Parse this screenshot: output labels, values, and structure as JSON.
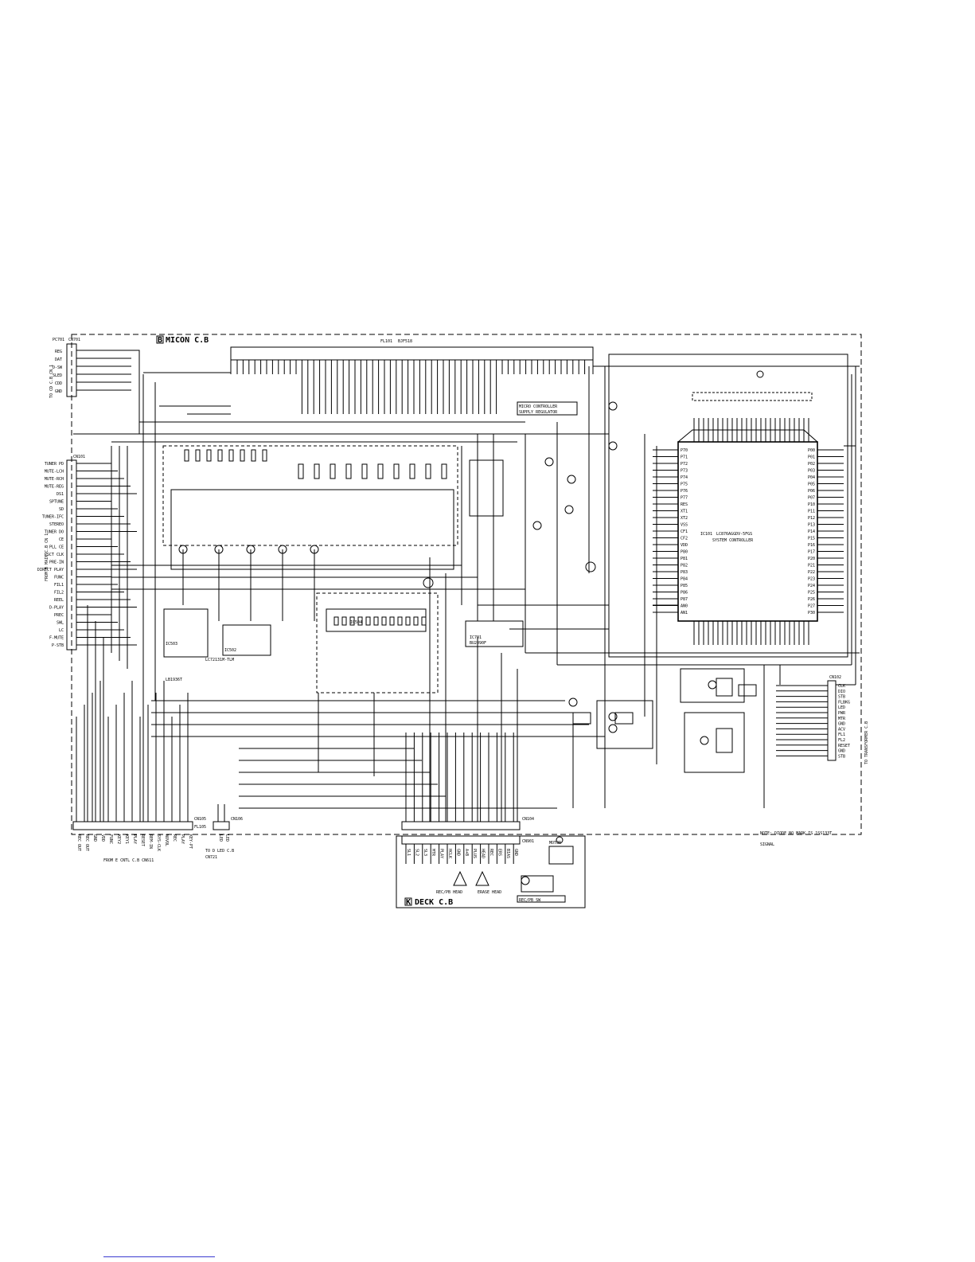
{
  "boards": {
    "micon": {
      "letter": "B",
      "name": "MICON C.B"
    },
    "deck": {
      "letter": "K",
      "name": "DECK C.B"
    }
  },
  "ics": {
    "main": {
      "ref": "IC101",
      "part": "LC876AGGDV-5FGS",
      "func": "SYSTEM CONTROLLER"
    },
    "fl": {
      "ref": "FL101",
      "part": "BJF518"
    },
    "regulator": {
      "label": "MICRO CONTROLLER",
      "label2": "SUPPLY REGULATOR"
    },
    "ic502": {
      "ref": "IC502",
      "part": "LC72131M-TLM"
    },
    "ic503": {
      "ref": "IC503",
      "part": "LB1936T"
    },
    "ic504": {
      "ref": "IC504"
    },
    "ic701": {
      "ref": "IC701",
      "part": "BU2090F"
    }
  },
  "connectors": {
    "left_top": {
      "ref": "CN701",
      "alt": "PC701"
    },
    "left_mid": {
      "ref": "CN101"
    },
    "bottom_left": {
      "ref": "CN105",
      "alt": "FL105"
    },
    "bottom_led": {
      "ref": "CN106"
    },
    "bottom_deck": {
      "ref": "CN104"
    },
    "right": {
      "ref": "CN102"
    },
    "deck_cn": {
      "ref": "CN901"
    }
  },
  "side_labels": {
    "left_top": "TO CD C.B CN 1",
    "left_mid": "FROM B MAIN C.B CN 1",
    "right": "TO TRANSFORMER C.B"
  },
  "bottom_texts": {
    "from_cntl": "FROM E CNTL C.B CN611",
    "to_led_line1": "TO D LED C.B",
    "to_led_line2": "CN721",
    "note": "NOTE: DIODE NO MARK IS 1SS133T",
    "signal": "SIGNAL"
  },
  "left_pins_mid": [
    "TUNER PD",
    "MUTE-LCH",
    "MUTE-RCH",
    "MUTE-REG",
    "DS1",
    "SPTUNE",
    "SD",
    "TUNER-IFC",
    "STEREO",
    "TUNER DO",
    "CE",
    "PLL CE",
    "PSCT CLK",
    "PRE-IN",
    "DIRECT PLAY",
    "FUNC",
    "FIL1",
    "FIL2",
    "REEL",
    "D-PLAY",
    "PREC",
    "SWL",
    "LC",
    "F-MUTE",
    "P-STB"
  ],
  "left_pins_top": [
    "REG",
    "DAT",
    "D-SW",
    "SLED",
    "CDD",
    "GND"
  ],
  "bottom_pins_left": [
    "REC OUT",
    "REC OUT",
    "GND",
    "VDD",
    "FUNC",
    "KEY2",
    "KEY1",
    "PLAY",
    "RESET",
    "REM-IN",
    "SYS-CLK",
    "NOVOL",
    "REC",
    "PLAY",
    "KEY-PT"
  ],
  "bottom_pins_led": [
    "LED",
    "LED"
  ],
  "bottom_pins_deck": [
    "SL1",
    "SL2",
    "SL3",
    "MTR",
    "PLAY",
    "HCLK",
    "GND",
    "A+B",
    "PLUS",
    "HEAD",
    "REC",
    "ERS",
    "BIAS",
    "GND"
  ],
  "right_pins": [
    "CLK",
    "DIO",
    "STB",
    "FLBKG",
    "LED",
    "PWR",
    "MTR",
    "GND",
    "ACV",
    "FL1",
    "FL2",
    "RESET",
    "GND",
    "STB"
  ],
  "chips": {
    "ic101_left": [
      "P70",
      "P71",
      "P72",
      "P73",
      "P74",
      "P75",
      "P76",
      "P77",
      "RES",
      "XT1",
      "XT2",
      "VSS",
      "CF1",
      "CF2",
      "VDD",
      "P80",
      "P81",
      "P82",
      "P83",
      "P84",
      "P85",
      "P86",
      "P87",
      "AN0",
      "AN1"
    ],
    "ic101_right": [
      "P00",
      "P01",
      "P02",
      "P03",
      "P04",
      "P05",
      "P06",
      "P07",
      "P10",
      "P11",
      "P12",
      "P13",
      "P14",
      "P15",
      "P16",
      "P17",
      "P20",
      "P21",
      "P22",
      "P23",
      "P24",
      "P25",
      "P26",
      "P27",
      "P30"
    ]
  },
  "deck_parts": [
    "REC/PB HEAD",
    "ERASE HEAD",
    "MOTOR",
    "REC/PB SW"
  ]
}
